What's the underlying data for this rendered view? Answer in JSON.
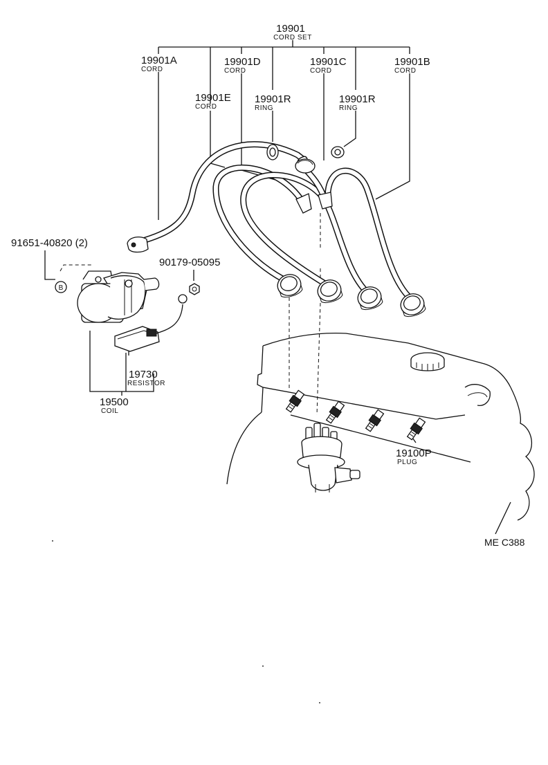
{
  "labels": {
    "cord_set": {
      "part_no": "19901",
      "name": "CORD SET"
    },
    "cord_a": {
      "part_no": "19901A",
      "name": "CORD"
    },
    "cord_d": {
      "part_no": "19901D",
      "name": "CORD"
    },
    "cord_c": {
      "part_no": "19901C",
      "name": "CORD"
    },
    "cord_b": {
      "part_no": "19901B",
      "name": "CORD"
    },
    "cord_e": {
      "part_no": "19901E",
      "name": "CORD"
    },
    "ring_left": {
      "part_no": "19901R",
      "name": "RING"
    },
    "ring_right": {
      "part_no": "19901R",
      "name": "RING"
    },
    "bolt": {
      "part_no": "91651-40820 (2)"
    },
    "bolt_marker": "B",
    "nut": {
      "part_no": "90179-05095"
    },
    "resistor": {
      "part_no": "19730",
      "name": "RESISTOR"
    },
    "coil": {
      "part_no": "19500",
      "name": "COIL"
    },
    "plug": {
      "part_no": "19100P",
      "name": "PLUG"
    },
    "diagram_code": "ME C388"
  },
  "colors": {
    "line": "#111111",
    "background": "#ffffff"
  }
}
